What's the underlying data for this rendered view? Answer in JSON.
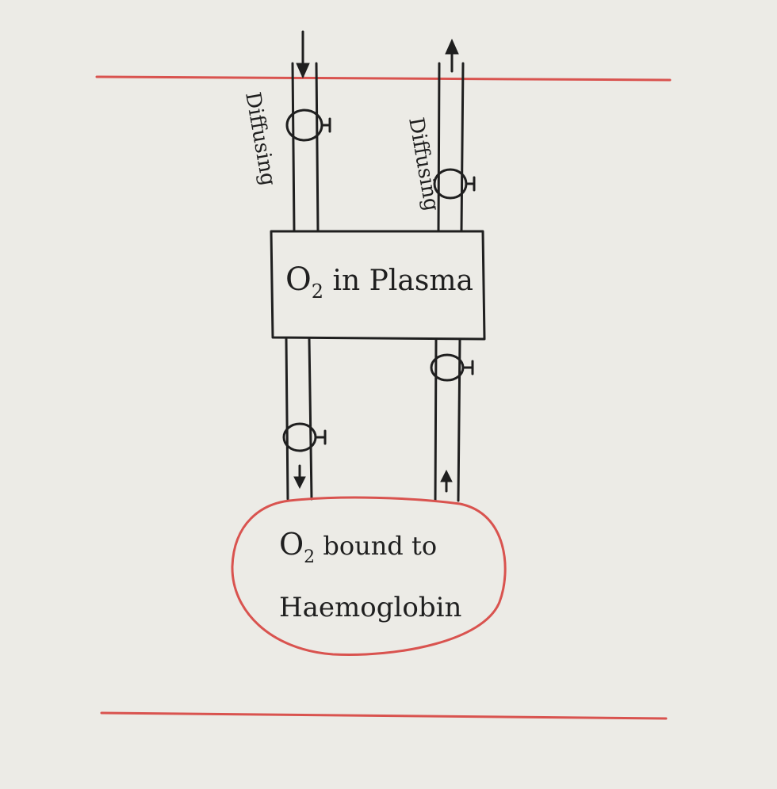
{
  "colors": {
    "paper": "#ecebe6",
    "ink": "#1f1f1f",
    "membrane": "#d9534f"
  },
  "labels": {
    "diffusing_left": "Diffusing",
    "diffusing_right": "Diffusing",
    "plasma_main": "O",
    "plasma_sub": "2",
    "plasma_rest": " in Plasma",
    "hb_line1_main": "O",
    "hb_line1_sub": "2",
    "hb_line1_rest": " bound to",
    "hb_line2": "Haemoglobin"
  },
  "icons": {
    "channel_symbol": "valve-icon",
    "flow_in": "arrow-down-icon",
    "flow_out": "arrow-up-icon"
  }
}
